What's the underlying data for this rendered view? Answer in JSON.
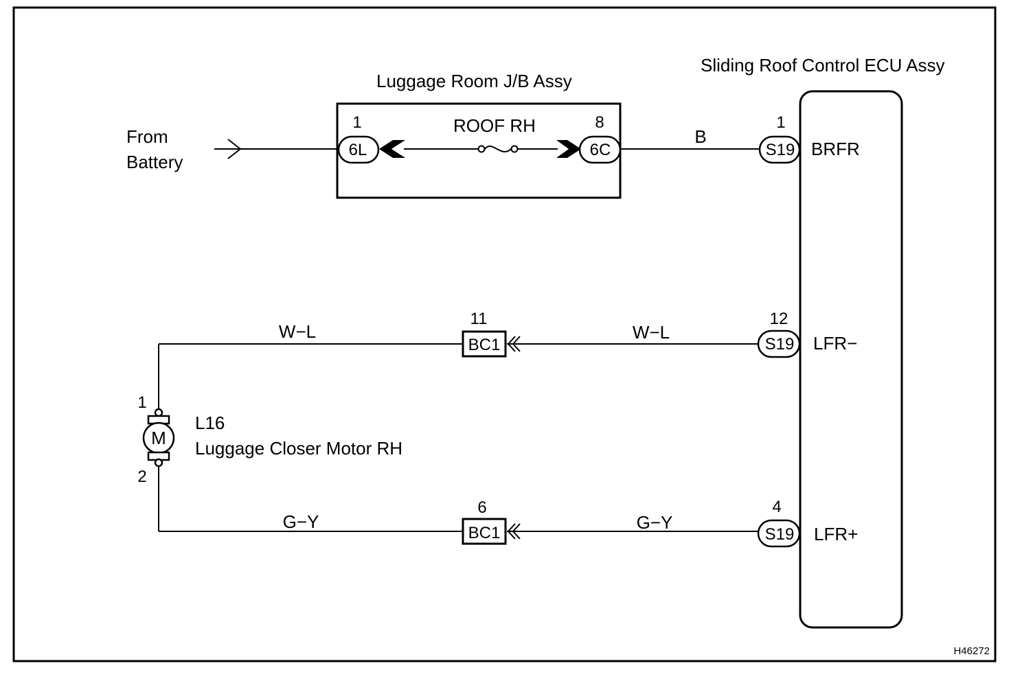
{
  "diagram": {
    "ecu_title": "Sliding Roof Control ECU Assy",
    "jb_title": "Luggage Room J/B Assy",
    "source": {
      "line1": "From",
      "line2": "Battery"
    },
    "fuse": {
      "label": "ROOF RH"
    },
    "jb_left": {
      "pin": "1",
      "code": "6L"
    },
    "jb_right": {
      "pin": "8",
      "code": "6C"
    },
    "wire_b": "B",
    "ecu_terminals": [
      {
        "pin": "1",
        "code": "S19",
        "signal": "BRFR"
      },
      {
        "pin": "12",
        "code": "S19",
        "signal": "LFR−"
      },
      {
        "pin": "4",
        "code": "S19",
        "signal": "LFR+"
      }
    ],
    "wire_top_left": "W−L",
    "wire_top_right": "W−L",
    "wire_bottom_left": "G−Y",
    "wire_bottom_right": "G−Y",
    "bc_top": {
      "pin": "11",
      "code": "BC1"
    },
    "bc_bottom": {
      "pin": "6",
      "code": "BC1"
    },
    "motor": {
      "symbol": "M",
      "pin_top": "1",
      "pin_bottom": "2",
      "id": "L16",
      "name": "Luggage Closer Motor RH"
    },
    "figure_id": "H46272"
  }
}
